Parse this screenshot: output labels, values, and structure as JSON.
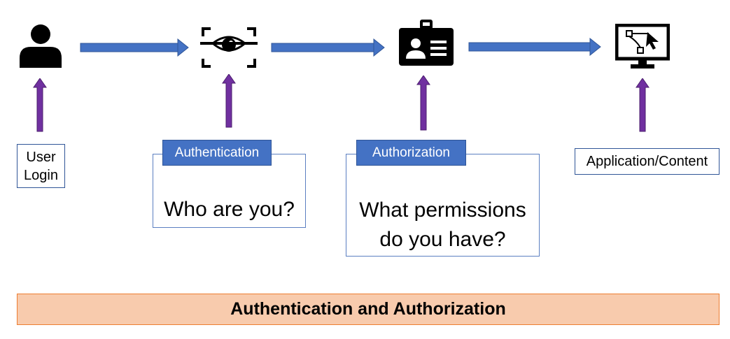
{
  "flow": {
    "user_login": [
      "User",
      "Login"
    ],
    "authentication_tab": "Authentication",
    "authentication_question": "Who are you?",
    "authorization_tab": "Authorization",
    "authorization_question": [
      "What permissions",
      "do you have?"
    ],
    "application_content": "Application/Content"
  },
  "footer": {
    "title": "Authentication and Authorization"
  },
  "colors": {
    "blue_arrow": "#4472C4",
    "purple_arrow": "#7030A0",
    "tab_fill": "#4472C4",
    "banner_fill": "#F8CBAD",
    "banner_border": "#ED7D31"
  },
  "icons": [
    "user-icon",
    "eye-scan-icon",
    "id-badge-icon",
    "monitor-cursor-icon"
  ]
}
